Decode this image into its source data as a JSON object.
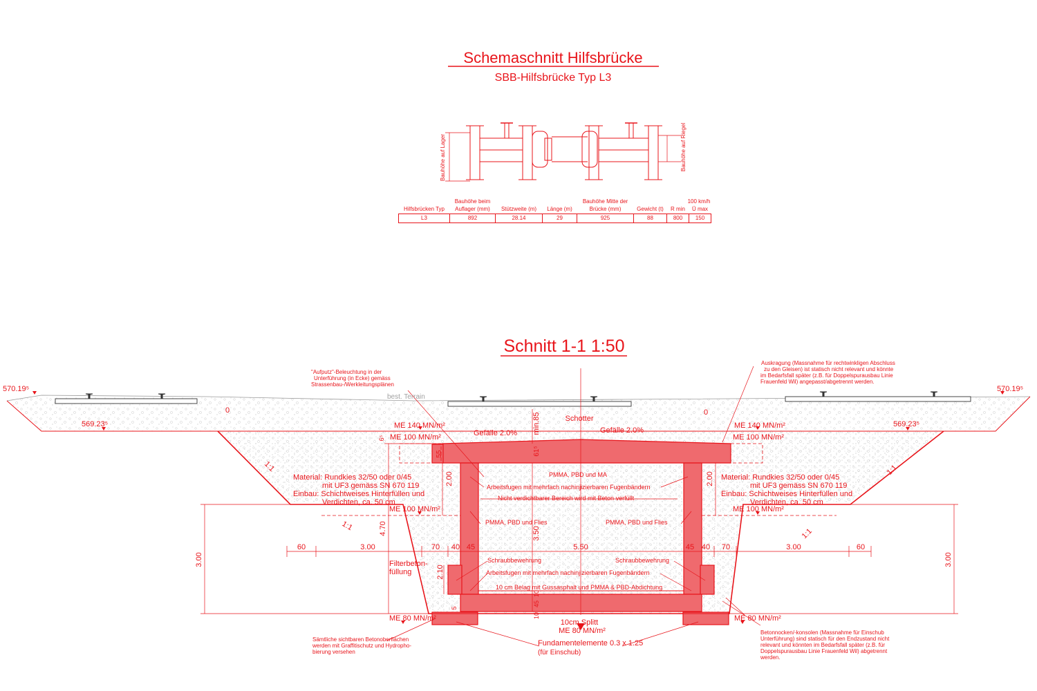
{
  "title": "Schemaschnitt Hilfsbrücke",
  "subtitle": "SBB-Hilfsbrücke Typ L3",
  "schematic": {
    "label_left": "Bauhöhe auf Lager",
    "label_right": "Bauhöhe auf Riegel"
  },
  "table": {
    "header_top": [
      "",
      "Bauhöhe beim",
      "",
      "",
      "Bauhöhe Mitte der",
      "",
      "100 km/h",
      ""
    ],
    "header": [
      "Hilfsbrücken Typ",
      "Auflager (mm)",
      "Stützweite (m)",
      "Länge (m)",
      "Brücke (mm)",
      "Gewicht (t)",
      "R min",
      "Ü max"
    ],
    "row": [
      "L3",
      "892",
      "28.14",
      "29",
      "925",
      "88",
      "800",
      "150"
    ]
  },
  "section_title": "Schnitt 1-1 1:50",
  "levels": {
    "left_top": "570.19⁵",
    "right_top": "570.19⁵",
    "left_fill": "569.23⁵",
    "right_fill": "569.23⁵"
  },
  "labels": {
    "terrain": "best. Terrain",
    "schotter": "Schotter",
    "gefaelle_left": "Gefälle 2.0%",
    "gefaelle_right": "Gefälle 2.0%",
    "me140_left": "ME 140 MN/m²",
    "me140_right": "ME 140 MN/m²",
    "me100_top_left": "ME 100 MN/m²",
    "me100_top_right": "ME 100 MN/m²",
    "me100_mid_left": "ME 100 MN/m²",
    "me100_mid_right": "ME 100 MN/m²",
    "me80_left": "ME 80 MN/m²",
    "me80_right": "ME 80 MN/m²",
    "splitt_1": "10cm Splitt",
    "splitt_2": "ME 80 MN/m²",
    "fundament": "Fundamentelemente 0.3 x 1.25",
    "einschub": "(für Einschub)",
    "filterbeton_1": "Filterbeton-",
    "filterbeton_2": "füllung",
    "slope_1": "1:1",
    "slope_2": "1:1",
    "slope_3": "1:1",
    "slope_4": "1:1",
    "mat_left_1": "Material: Rundkies 32/50 oder 0/45",
    "mat_left_2": "mit UF3 gemäss SN 670 119",
    "mat_left_3": "Einbau: Schichtweises Hinterfüllen und",
    "mat_left_4": "Verdichten, ca. 50 cm",
    "mat_right_1": "Material: Rundkies 32/50 oder 0/45",
    "mat_right_2": "mit UF3 gemäss SN 670 119",
    "mat_right_3": "Einbau: Schichtweises Hinterfüllen und",
    "mat_right_4": "Verdichten, ca. 50 cm",
    "pmma_top": "PMMA, PBD und MA",
    "arbeitsfugen_top": "Arbeitsfugen mit mehrfach nachinjizierbaren Fugenbändern",
    "nicht_verdichtbar": "Nicht verdichtbarer Bereich wird mit Beton verfüllt",
    "pmma_left": "PMMA, PBD und Flies",
    "pmma_right": "PMMA, PBD und Flies",
    "schraub_left": "Schraubbewehrung",
    "schraub_right": "Schraubbewehrung",
    "arbeitsfugen_bottom": "Arbeitsfugen mit mehrfach nachinjizierbaren Fugenbändern",
    "belag": "10 cm Belag mit Gussasphalt und PMMA & PBD-Abdichtung",
    "note_beleuchtung_1": "\"Aufputz\"-Beleuchtung in der",
    "note_beleuchtung_2": "Unterführung (in Ecke) gemäss",
    "note_beleuchtung_3": "Strassenbau-/Werkleitungsplänen",
    "note_auskragung_1": "Auskragung (Massnahme für rechtwinkligen Abschluss",
    "note_auskragung_2": "zu den Gleisen) ist statisch nicht relevant und könnte",
    "note_auskragung_3": "im Bedarfsfall später (z.B. für Doppelspurausbau Linie",
    "note_auskragung_4": "Frauenfeld Wil) angepasst/abgetrennt werden.",
    "note_beton_1": "Sämtliche sichtbaren Betonoberflächen",
    "note_beton_2": "werden mit Graffitischutz und Hydropho-",
    "note_beton_3": "bierung versehen",
    "note_nocken_1": "Betonnocken/-konsolen (Massnahme für Einschub",
    "note_nocken_2": "Unterführung) sind statisch für den Endzustand nicht",
    "note_nocken_3": "relevant und könnten im Bedarfsfall später (z.B. für",
    "note_nocken_4": "Doppelspurausbau Linie Frauenfeld Wil) abgetrennt",
    "note_nocken_5": "werden."
  },
  "dimensions": {
    "d60_left": "60",
    "d300_left": "3.00",
    "d70_left": "70",
    "d40_left": "40",
    "d45_left": "45",
    "d550": "5.50",
    "d45_right": "45",
    "d40_right": "40",
    "d70_right": "70",
    "d300_right": "3.00",
    "d60_right": "60",
    "v300_left": "3.00",
    "v300_right": "3.00",
    "v470": "4.70",
    "v200_left": "2.00",
    "v200_right": "2.00",
    "v210": "2.10",
    "v350": "3.50",
    "vmin85": "min.85",
    "v61": "61⁵",
    "v55": "55",
    "v6": "6⁵",
    "v5": "5",
    "v45": "45",
    "v10": "10",
    "v10b": "10",
    "o_left": "0",
    "o_right": "0"
  }
}
